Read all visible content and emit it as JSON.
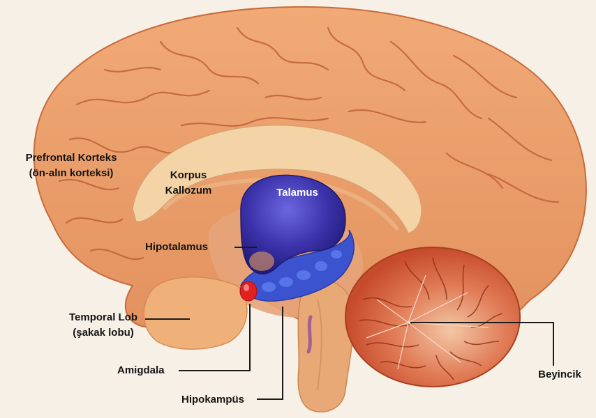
{
  "labels": {
    "prefrontal_line1": "Prefrontal Korteks",
    "prefrontal_line2": "(ön-alın korteksi)",
    "korpus_line1": "Korpus",
    "korpus_line2": "Kallozum",
    "talamus": "Talamus",
    "hipotalamus": "Hipotalamus",
    "temporal_line1": "Temporal Lob",
    "temporal_line2": "(şakak lobu)",
    "amigdala": "Amigdala",
    "hipokampus": "Hipokampüs",
    "beyincik": "Beyincik"
  },
  "colors": {
    "background": "#f6f0e6",
    "cortex": "#eda06e",
    "sulcus": "#b95a2e",
    "corpus_callosum": "#f4d4a6",
    "thalamus": "#3a31a8",
    "hippocampus": "#3c53cf",
    "amygdala": "#e32020",
    "cerebellum": "#d85a3a",
    "brainstem": "#e9a977",
    "label_text": "#141414"
  }
}
